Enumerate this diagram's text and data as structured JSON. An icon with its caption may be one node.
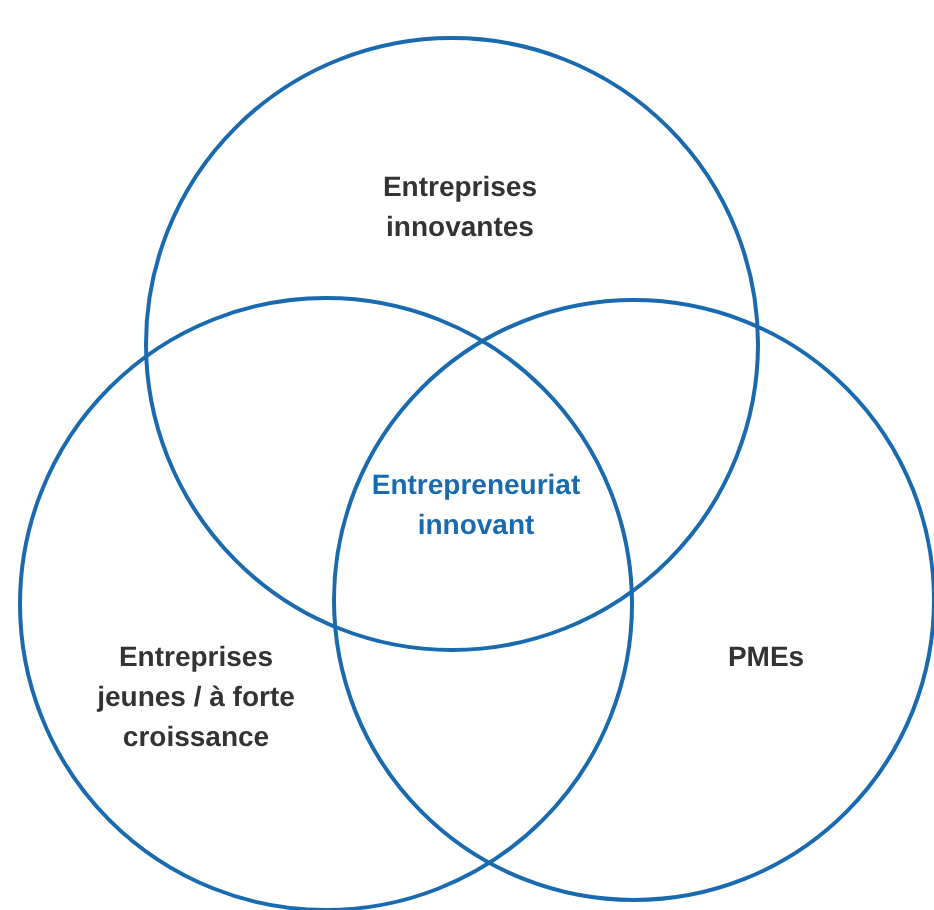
{
  "diagram": {
    "nodes": [
      {
        "text": [
          "Entreprises innovantes"
        ]
      },
      {
        "text": [
          "Entreprises jeunes / à forte croissance"
        ]
      },
      {
        "text": [
          "PMEs"
        ]
      }
    ],
    "labels": [
      "Entrepreneuriat innovant"
    ]
  }
}
